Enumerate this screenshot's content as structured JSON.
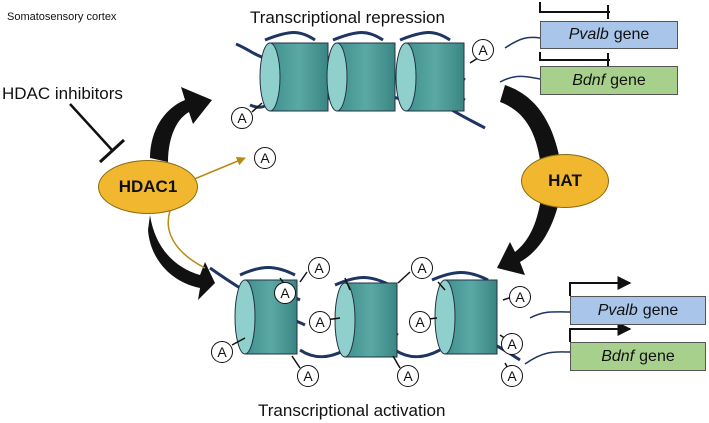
{
  "region_label": "Somatosensory cortex",
  "states": {
    "repression": "Transcriptional repression",
    "activation": "Transcriptional activation"
  },
  "inhibitor_label": "HDAC inhibitors",
  "enzymes": {
    "deacetylase": "HDAC1",
    "acetyltransferase": "HAT"
  },
  "acetyl_mark": "A",
  "genes": [
    {
      "symbol": "Pvalb",
      "word": "gene"
    },
    {
      "symbol": "Bdnf",
      "word": "gene"
    }
  ],
  "colors": {
    "nucleosome": "#4a9a97",
    "nucleosome_light": "#8fd0cc",
    "dna": "#1f3563",
    "enzyme": "#f0b72f",
    "pvalb_box": "#a9c6ea",
    "bdnf_box": "#a8d08d",
    "arrow": "#111111",
    "release_arrow": "#b88a14"
  }
}
